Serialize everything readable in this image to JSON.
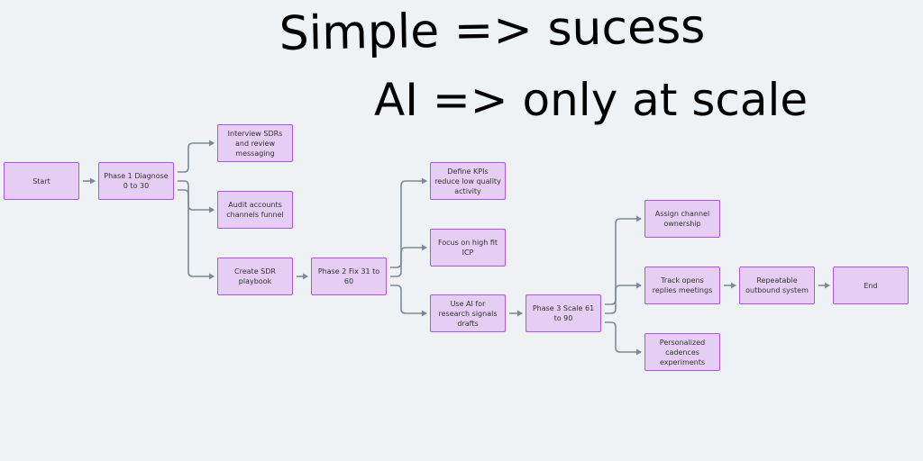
{
  "annotations": {
    "line1": "Simple => sucess",
    "line2": "AI => only at scale"
  },
  "nodes": [
    {
      "id": "start",
      "label": "Start"
    },
    {
      "id": "p1",
      "label": "Phase 1 Diagnose 0 to 30"
    },
    {
      "id": "interview",
      "label": "Interview SDRs and review messaging"
    },
    {
      "id": "audit",
      "label": "Audit accounts channels funnel"
    },
    {
      "id": "playbook",
      "label": "Create SDR playbook"
    },
    {
      "id": "p2",
      "label": "Phase 2 Fix 31 to 60"
    },
    {
      "id": "kpis",
      "label": "Define KPIs reduce low quality activity"
    },
    {
      "id": "icp",
      "label": "Focus on high fit ICP"
    },
    {
      "id": "ai",
      "label": "Use AI for research signals drafts"
    },
    {
      "id": "p3",
      "label": "Phase 3 Scale 61 to 90"
    },
    {
      "id": "assign",
      "label": "Assign channel ownership"
    },
    {
      "id": "track",
      "label": "Track opens replies meetings"
    },
    {
      "id": "personal",
      "label": "Personalized cadences experiments"
    },
    {
      "id": "repeat",
      "label": "Repeatable outbound system"
    },
    {
      "id": "end",
      "label": "End"
    }
  ],
  "edges": [
    [
      "start",
      "p1"
    ],
    [
      "p1",
      "interview"
    ],
    [
      "p1",
      "audit"
    ],
    [
      "p1",
      "playbook"
    ],
    [
      "playbook",
      "p2"
    ],
    [
      "p2",
      "kpis"
    ],
    [
      "p2",
      "icp"
    ],
    [
      "p2",
      "ai"
    ],
    [
      "ai",
      "p3"
    ],
    [
      "p3",
      "assign"
    ],
    [
      "p3",
      "track"
    ],
    [
      "p3",
      "personal"
    ],
    [
      "track",
      "repeat"
    ],
    [
      "repeat",
      "end"
    ]
  ],
  "colors": {
    "node_fill": "#e5cdf4",
    "node_border": "#a956e0",
    "edge": "#7d8a96",
    "background": "#eef2f5"
  }
}
